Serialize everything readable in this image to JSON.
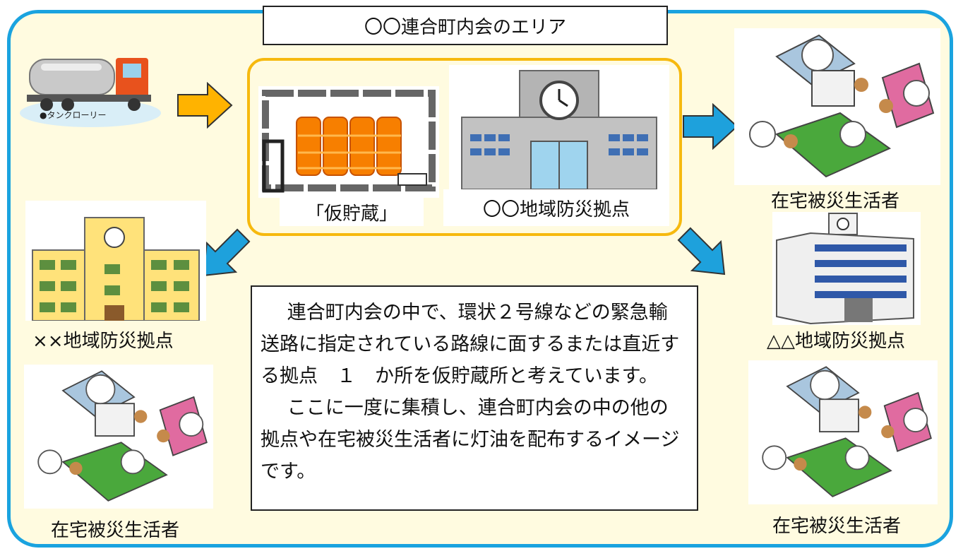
{
  "title": "〇〇連合町内会のエリア",
  "labels": {
    "tank_lorry": "●タンクローリー",
    "storage": "「仮貯蔵」",
    "center_base": "〇〇地域防災拠点",
    "left_base": "××地域防災拠点",
    "right_base": "△△地域防災拠点",
    "home_evacuee_top_right": "在宅被災生活者",
    "home_evacuee_bottom_left": "在宅被災生活者",
    "home_evacuee_bottom_right": "在宅被災生活者"
  },
  "description": {
    "paragraph1": "連合町内会の中で、環状２号線などの緊急輸送路に指定されている路線に面するまたは直近する拠点　１　か所を仮貯蔵所と考えています。",
    "paragraph2": "ここに一度に集積し、連合町内会の中の他の拠点や在宅被災生活者に灯油を配布するイメージです。"
  },
  "colors": {
    "area_border": "#1aa3df",
    "area_fill": "#fffbe0",
    "inner_border": "#f6b90e",
    "arrow_orange": "#ffb300",
    "arrow_blue": "#1ea1dc"
  },
  "icons": [
    "tank-lorry-icon",
    "drum-storage-icon",
    "school-building-icon",
    "apartment-building-icon",
    "office-building-icon",
    "disaster-scene-icon"
  ]
}
